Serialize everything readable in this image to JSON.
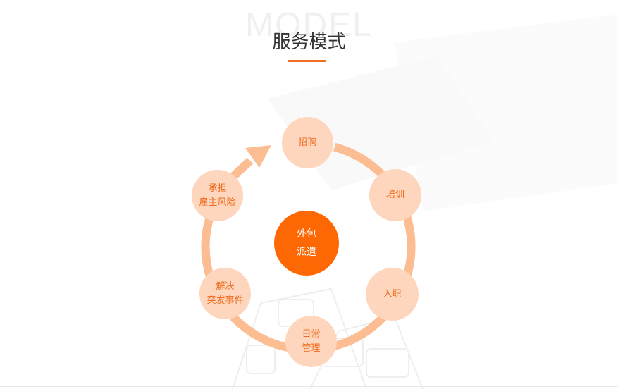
{
  "header": {
    "watermark": "MODEL",
    "title": "服务模式"
  },
  "colors": {
    "accent": "#f07020",
    "node_fill": "#fed6bd",
    "node_text": "#ef6a1c",
    "ring": "#fdbd93",
    "center_fill": "#fd6804",
    "center_text": "#ffffff"
  },
  "center": {
    "line1": "外包",
    "line2": "派遣"
  },
  "cycle": {
    "direction_icon": "arrow-clockwise-icon",
    "steps": [
      {
        "line1": "招聘",
        "line2": ""
      },
      {
        "line1": "培训",
        "line2": ""
      },
      {
        "line1": "入职",
        "line2": ""
      },
      {
        "line1": "日常",
        "line2": "管理"
      },
      {
        "line1": "解决",
        "line2": "突发事件"
      },
      {
        "line1": "承担",
        "line2": "雇主风险"
      }
    ]
  }
}
